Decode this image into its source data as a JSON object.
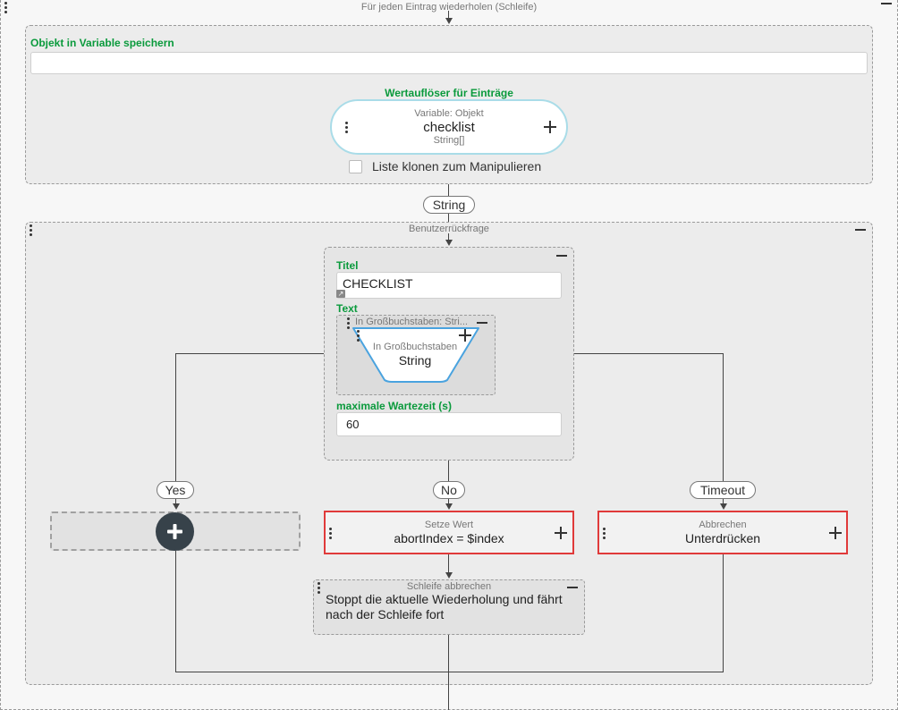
{
  "loop": {
    "title": "Für jeden Eintrag wiederholen (Schleife)"
  },
  "store_object": {
    "label": "Objekt in Variable speichern",
    "value": ""
  },
  "resolver": {
    "label": "Wertauflöser für Einträge",
    "kind": "Variable: Objekt",
    "name": "checklist",
    "type": "String[]"
  },
  "clone_list": {
    "label": "Liste klonen zum Manipulieren",
    "checked": false
  },
  "connector_type": "String",
  "user_query": {
    "title": "Benutzerrückfrage",
    "title_label": "Titel",
    "title_value": "CHECKLIST",
    "text_label": "Text",
    "text_block_title": "In Großbuchstaben: Stri...",
    "text_node_title": "In Großbuchstaben",
    "text_node_value": "String",
    "timeout_label": "maximale Wartezeit (s)",
    "timeout_value": "60"
  },
  "branches": {
    "yes": "Yes",
    "no": "No",
    "timeout": "Timeout"
  },
  "set_value": {
    "title": "Setze Wert",
    "value": "abortIndex = $index"
  },
  "cancel": {
    "title": "Abbrechen",
    "value": "Unterdrücken"
  },
  "break_loop": {
    "title": "Schleife abbrechen",
    "text": "Stoppt die aktuelle Wiederholung und fährt nach der Schleife fort"
  },
  "colors": {
    "accent_green": "#0a9a3c",
    "error_red": "#e03a3a",
    "node_blue": "#4aa3df",
    "add_button": "#37424a"
  }
}
